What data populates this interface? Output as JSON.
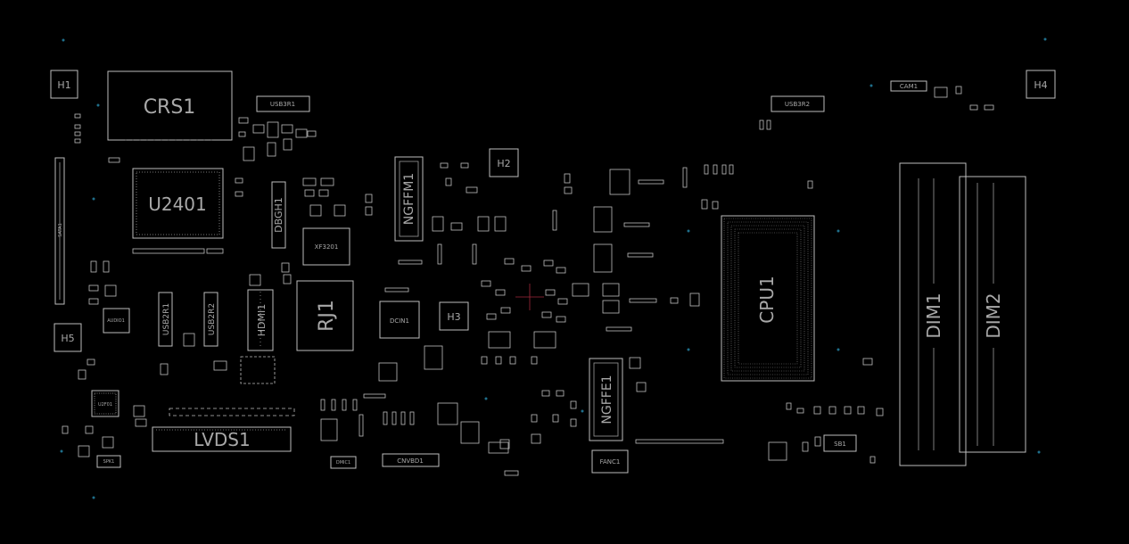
{
  "board": {
    "background": "#000000",
    "outline_color": "#bdbdbd",
    "fiducial_color": "#1f6f8b",
    "crosshair_color": "#a0283a"
  },
  "labels": {
    "crs1": "CRS1",
    "u2401": "U2401",
    "lvds1": "LVDS1",
    "cpu1": "CPU1",
    "dim1": "DIM1",
    "dim2": "DIM2",
    "rj1": "RJ1",
    "ngffm1": "NGFFM1",
    "ngffe1": "NGFFE1",
    "hdmi1": "HDMI1",
    "usb2r1": "USB2R1",
    "usb2r2": "USB2R2",
    "usb3r1": "USB3R1",
    "usb3r2": "USB3R2",
    "sata1": "SATA1",
    "dbgh1": "DBGH1",
    "xf3201": "XF3201",
    "dcin1": "DCIN1",
    "h1": "H1",
    "h2": "H2",
    "h3": "H3",
    "h4": "H4",
    "h5": "H5",
    "audio1": "AUDIO1",
    "u2f01": "U2F01",
    "spk1": "SPK1",
    "dmic1": "DMIC1",
    "cnvbd1": "CNVBD1",
    "fanc1": "FANC1",
    "cam1": "CAM1",
    "sb1": "SB1"
  }
}
